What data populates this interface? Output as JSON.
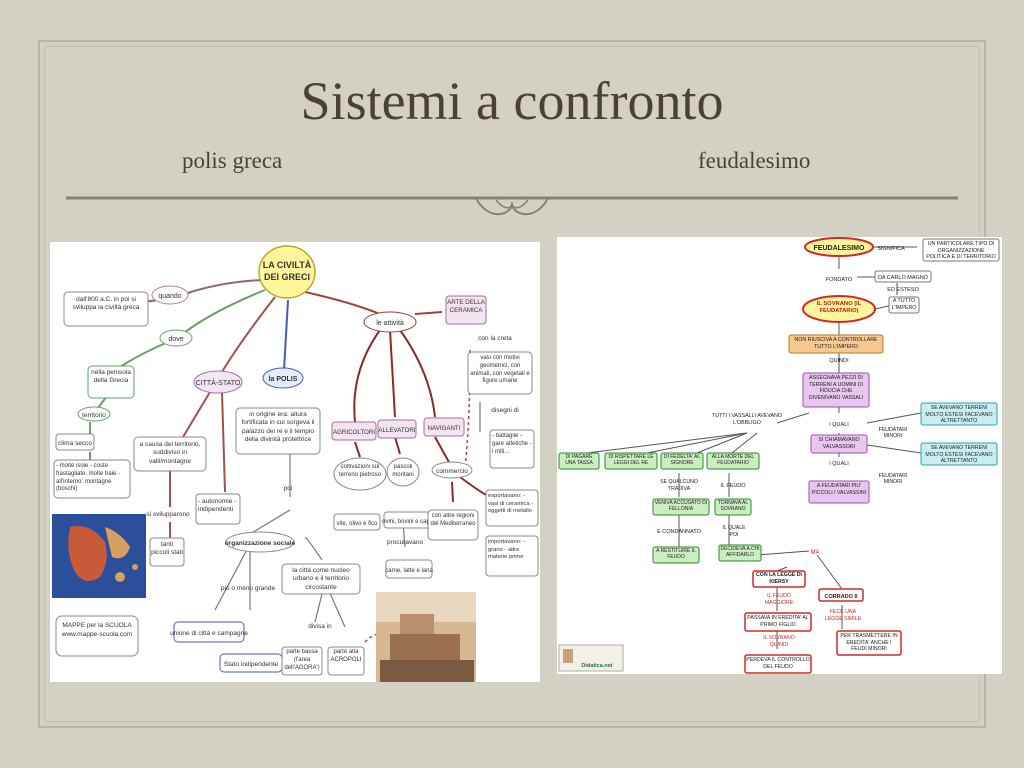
{
  "slide": {
    "title": "Sistemi a confronto",
    "subtitle_left": "polis greca",
    "subtitle_right": "feudalesimo"
  },
  "left_map": {
    "main": "LA CIVILTÀ DEI GRECI",
    "quando": "quando",
    "dal800": "dall'800 a.C. in poi si sviluppa la civiltà greca",
    "dove": "dove",
    "penisola": "nella penisola della Grecia",
    "territorio": "territorio",
    "clima": "clima secco",
    "isole": "- molte isole - coste frastagliate, molte baie - all'interno: montagne (boschi)",
    "citta_stato": "CITTÀ-STATO",
    "causa": "a causa del territorio, suddiviso in valli/montagne",
    "si_svilupparono": "si svilupparono",
    "tanti_piccoli": "tanti piccoli stati",
    "autonomie": "- autonomie - indipendenti",
    "polis": "la POLIS",
    "origine": "in origine era: altura fortificata in cui sorgeva il palazzo del re e il tempio della divinità protettrice",
    "poi": "poi",
    "organizzazione": "organizzazione sociale",
    "piu_meno": "più o meno grande",
    "unione": "unione di città e campagne",
    "stato_indip": "Stato indipendente",
    "citta_nucleo": "la città come nucleo urbano e il territorio circostante",
    "divisa_in": "divisa in",
    "parte_bassa": "parte bassa (l'area dell'AGORA')",
    "parte_alta": "parte alta ACROPOLI",
    "attivita": "le attività",
    "arte": "ARTE DELLA CERAMICA",
    "con_creta": "con la creta",
    "vasi": "vasi con motivi geometrici, con animali, con vegetali e figure umane",
    "disegni": "disegni di",
    "battaglie": "- battaglie - gare atletiche - i miti...",
    "agricoltori": "AGRICOLTORI",
    "allevatori": "ALLEVATORI",
    "naviganti": "NAVIGANTI",
    "coltivazioni": "coltivazioni sul terreno pietroso",
    "vite": "vite, olivo e fico",
    "pascoli": "pascoli montani",
    "ovini": "ovini, bovini e caprini",
    "procuravano": "procuravano",
    "carne": "carne, latte e lana",
    "commercio": "commercio",
    "con_altre": "con altre regioni del Mediterraneo",
    "esportavano": "esportavano: - vasi di ceramica - oggetti di metallo",
    "importavano": "importavano: - grano - altre materie prime",
    "mappe": "MAPPE per la SCUOLA www.mappe-scuola.com"
  },
  "right_map": {
    "feudalesimo": "FEUDALESIMO",
    "significa": "SIGNIFICA",
    "un_particolare": "UN PARTICOLARE TIPO DI ORGANIZZAZIONE POLITICA E DI TERRITORIO",
    "fondato": "FONDATO",
    "da_carlo": "DA CARLO MAGNO",
    "ed_esteso": "ED ESTESO",
    "a_tutto": "A TUTTO L'IMPERO",
    "sovrano": "IL SOVRANO (IL FEUDATARIO)",
    "non_riusciva": "NON RIUSCIVA A CONTROLLARE TUTTO L'IMPERO",
    "quindi": "QUINDI",
    "assegnava": "ASSEGNAVA PEZZI DI TERRENI A UOMINI DI FIDUCIA CHE DIVENIVANO VASSALI",
    "i_quali": "I QUALI",
    "se_avevano": "SE AVEVANO TERRENI MOLTO ESTESI FACEVANO ALTRETTANTO",
    "feudatari_minori": "FEUDATARI MINORI",
    "valvassori": "SI CHIAMAVANO VALVASSORI",
    "i_quali2": "I QUALI",
    "se_avevano2": "SE AVEVANO TERRENI MOLTO ESTESI FACEVANO ALTRETTANTO",
    "feudatari_minori2": "FEUDATARI MINORI",
    "valvassini": "A FEUDATARI PIU' PICCOLI I VALVASSINI",
    "tutti_vassalli": "TUTTI I VASSALLI AVEVANO L'OBBLIGO",
    "pagare": "DI PAGARE UNA TASSA",
    "rispettare": "DI RISPETTARE LE LEGGI DEL RE",
    "fedelta": "DI FEDELTA' AL SIGNORE",
    "alla_morte": "ALLA MORTE DEL FEUDATARIO",
    "se_qualcuno": "SE QUALCUNO TRADIVA",
    "il_feudo": "IL FEUDO",
    "veniva": "VENIVA ACCUSATO DI FELLONIA",
    "tornava": "TORNAVA AL SOVRANO",
    "e_condannato": "E CONDANNATO",
    "il_quale_poi": "IL QUALE POI",
    "restituire": "A RESTITUIRE IL FEUDO",
    "decideva": "DECIDEVA A CHI AFFIDARLO",
    "ma": "MA",
    "legge_kiersy": "CON LA LEGGE DI KIERSY",
    "corrado": "CORRADO II",
    "il_feudo_maggiore": "IL FEUDO MAGGIORE",
    "fece_una": "FECE UNA LEGGE SIMILE",
    "passava": "PASSAVA IN EREDITA' AL PRIMO FIGLIO",
    "per_trasmettere": "PER TRASMETTERE IN EREDITA' ANCHE I FEUDI MINORI",
    "sovrano_quindi": "IL SOVRANO QUINDI",
    "perdeva": "PERDEVA IL CONTROLLO DEL FEUDO",
    "watermark": "Didatica.net"
  },
  "colors": {
    "background": "#d3d1c3",
    "title": "#4d4136",
    "accent_yellow": "#fff59a",
    "accent_red": "#d02828",
    "accent_green": "#2a8a2a",
    "accent_pink": "#e9c6f0",
    "accent_cyan": "#c8eef2",
    "accent_orange": "#f7c98e"
  }
}
